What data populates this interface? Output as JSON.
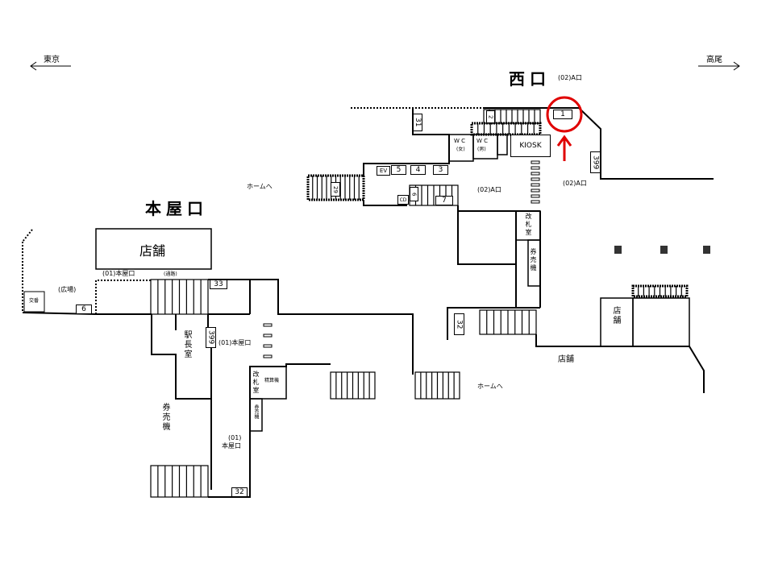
{
  "directions": {
    "left": "東京",
    "right": "高尾"
  },
  "exits": {
    "west": "西口",
    "honya": "本屋口"
  },
  "labels": {
    "west_a_top": "(02)A口",
    "west_a_mid": "(02)A口",
    "west_a_right": "(02)A口",
    "to_home_1": "ホームへ",
    "to_home_2": "ホームへ",
    "shop_main": "店舗",
    "shop_right": "店舗",
    "shop_bottom": "店舗",
    "honya_01_top": "(01)本屋口",
    "honya_passage": "(通路)",
    "plaza": "(広場)",
    "koban": "交番",
    "honya_01_mid": "(01)本屋口",
    "honya_01_low": "(01)",
    "honya_low": "本屋口",
    "stationmaster": "駅長室",
    "ticket_left": "券売機",
    "gate_left": "改札室",
    "fare_adj": "精算機",
    "ticket_small": "券売機",
    "gate_right": "改札室",
    "ticket_right": "券売機",
    "wc_f": "W C",
    "wc_f_sub": "(女)",
    "wc_m": "W C",
    "wc_m_sub": "(男)",
    "kiosk": "KIOSK",
    "ev": "EV",
    "cd": "CD"
  },
  "numbered_signs": [
    "1",
    "2",
    "3",
    "4",
    "5",
    "6",
    "7",
    "29",
    "31",
    "32",
    "33",
    "399",
    "6",
    "32",
    "399"
  ],
  "highlight": {
    "target_sign": "1",
    "color": "#e00000"
  }
}
